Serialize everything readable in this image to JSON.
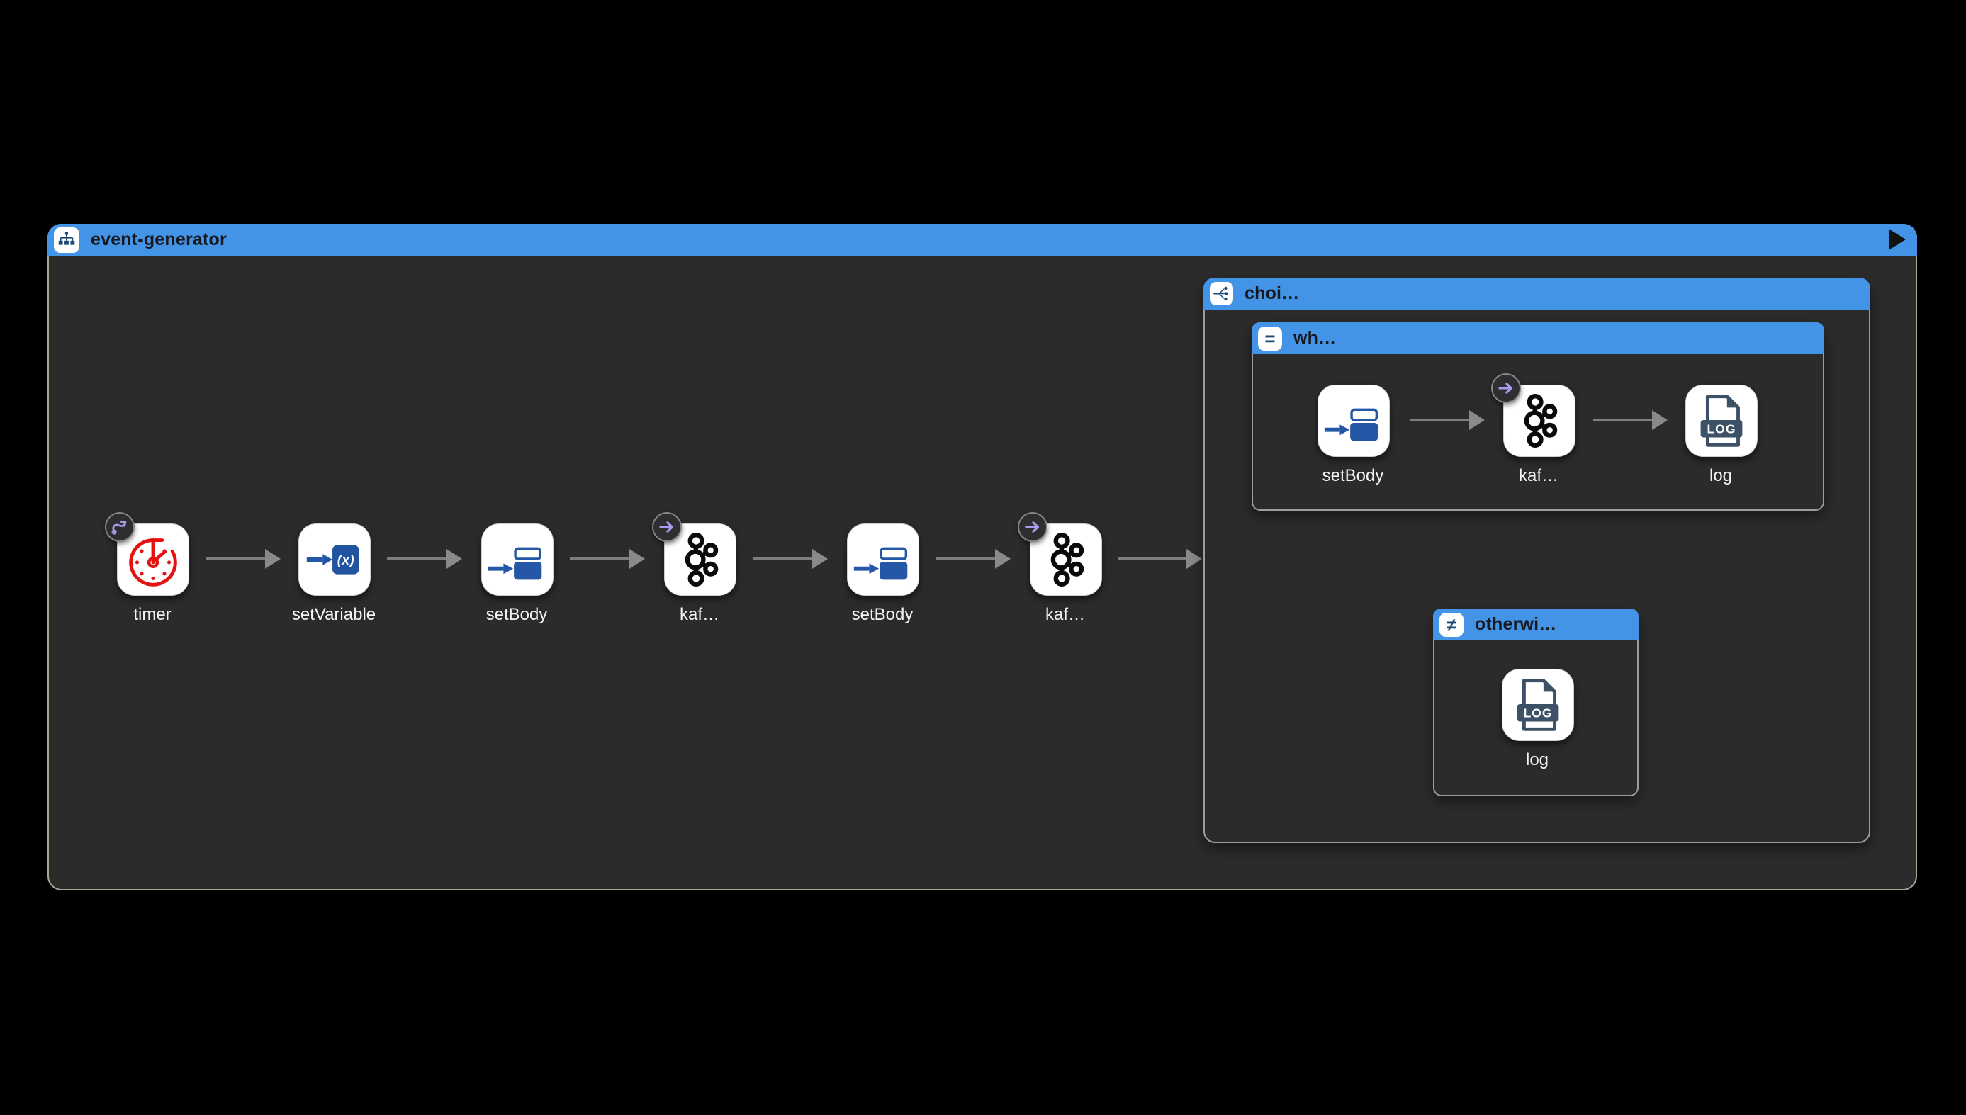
{
  "route": {
    "title": "event-generator"
  },
  "main_flow": [
    {
      "label": "timer",
      "icon": "timer-icon",
      "badge": "route-badge"
    },
    {
      "label": "setVariable",
      "icon": "set-variable-icon",
      "badge": null
    },
    {
      "label": "setBody",
      "icon": "set-body-icon",
      "badge": null
    },
    {
      "label": "kaf…",
      "icon": "kafka-icon",
      "badge": "arrow-right-badge"
    },
    {
      "label": "setBody",
      "icon": "set-body-icon",
      "badge": null
    },
    {
      "label": "kaf…",
      "icon": "kafka-icon",
      "badge": "arrow-right-badge"
    }
  ],
  "choice": {
    "title": "choi…",
    "when": {
      "title": "wh…",
      "symbol": "=",
      "steps": [
        {
          "label": "setBody",
          "icon": "set-body-icon",
          "badge": null
        },
        {
          "label": "kaf…",
          "icon": "kafka-icon",
          "badge": "arrow-right-badge"
        },
        {
          "label": "log",
          "icon": "log-icon",
          "badge": null
        }
      ]
    },
    "otherwise": {
      "title": "otherwi…",
      "symbol": "≠",
      "steps": [
        {
          "label": "log",
          "icon": "log-icon",
          "badge": null
        }
      ]
    }
  },
  "icons": {
    "log_text": "LOG",
    "set_variable_text": "(x)"
  },
  "colors": {
    "header_blue": "#4394E6",
    "canvas_black": "#000000",
    "container_bg": "#2B2B2B",
    "node_bg": "#FFFFFF",
    "arrow_gray": "#7E7E7E",
    "badge_purple": "#A79DF0",
    "timer_red": "#E51212",
    "icon_blue": "#2458A6",
    "log_slate": "#3D5166",
    "header_text": "#16181C"
  }
}
